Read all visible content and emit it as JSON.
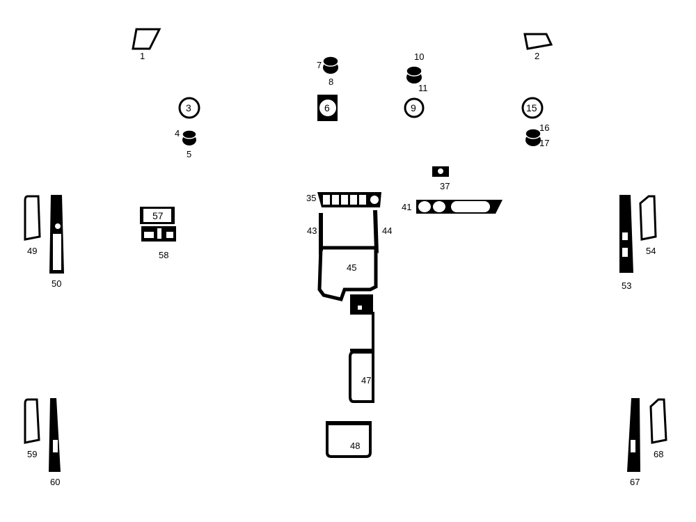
{
  "labels": {
    "p1": "1",
    "p2": "2",
    "p3": "3",
    "p4": "4",
    "p5": "5",
    "p6": "6",
    "p7": "7",
    "p8": "8",
    "p9": "9",
    "p10": "10",
    "p11": "11",
    "p15": "15",
    "p16": "16",
    "p17": "17",
    "p35": "35",
    "p37": "37",
    "p41": "41",
    "p43": "43",
    "p44": "44",
    "p45": "45",
    "p47": "47",
    "p48": "48",
    "p49": "49",
    "p50": "50",
    "p53": "53",
    "p54": "54",
    "p57": "57",
    "p58": "58",
    "p59": "59",
    "p60": "60",
    "p67": "67",
    "p68": "68"
  },
  "colors": {
    "ink": "#000000",
    "paper": "#ffffff"
  }
}
